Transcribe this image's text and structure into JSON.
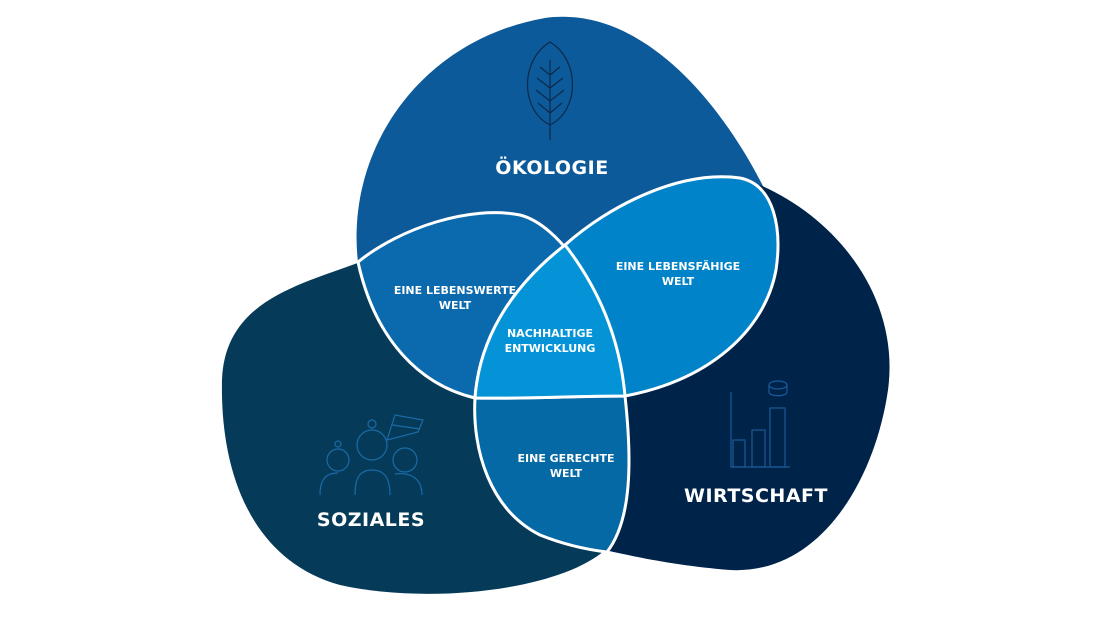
{
  "circles": {
    "oekologie": {
      "label": "ÖKOLOGIE",
      "color": "#0d5a9a",
      "icon": "leaf-icon"
    },
    "soziales": {
      "label": "SOZIALES",
      "color": "#053b58",
      "icon": "people-icon"
    },
    "wirtschaft": {
      "label": "WIRTSCHAFT",
      "color": "#00234a",
      "icon": "bar-chart-coins-icon"
    }
  },
  "overlaps": {
    "lebenswert": {
      "line1": "EINE LEBENSWERTE",
      "line2": "WELT",
      "color": "#0a6aad"
    },
    "lebensfaehig": {
      "line1": "EINE LEBENSFÄHIGE",
      "line2": "WELT",
      "color": "#0083c8"
    },
    "gerecht": {
      "line1": "EINE GERECHTE",
      "line2": "WELT",
      "color": "#0569a6"
    },
    "center": {
      "line1": "NACHHALTIGE",
      "line2": "ENTWICKLUNG",
      "color": "#0393d6"
    }
  }
}
